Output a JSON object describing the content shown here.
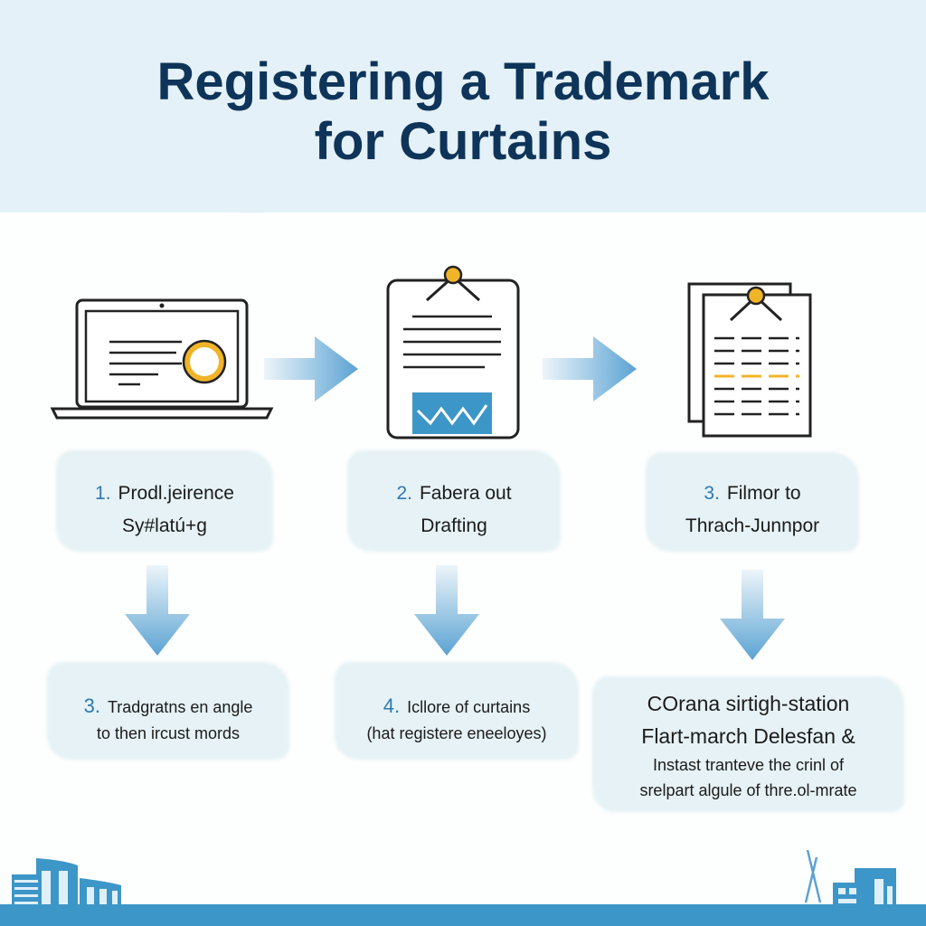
{
  "title": {
    "line1": "Registering a Trademark",
    "line2": "for Curtains"
  },
  "steps_top": [
    {
      "number": "1.",
      "line1": "Prodl.jeirence",
      "line2": "Sy#latú+g"
    },
    {
      "number": "2.",
      "line1": "Fabera out",
      "line2": "Drafting"
    },
    {
      "number": "3.",
      "line1": "Filmor to",
      "line2": "Thrach-Junnpor"
    }
  ],
  "steps_bottom": [
    {
      "number": "3.",
      "line1": "Tradgratns en angle",
      "line2": "to then ircust mords"
    },
    {
      "number": "4.",
      "line1": "Icllore of curtains",
      "line2": "(hat registere eneeloyes)"
    },
    {
      "line1": "COrana sirtigh-station",
      "line2": "Flart-march Delesfan &",
      "line3": "Instast tranteve the crinl of",
      "line4": "srelpart algule of thre.ol-mrate"
    }
  ],
  "colors": {
    "title": "#0e3459",
    "accent": "#3d96c8",
    "header_bg": "#e4f1f8",
    "highlight": "#f0b429"
  }
}
